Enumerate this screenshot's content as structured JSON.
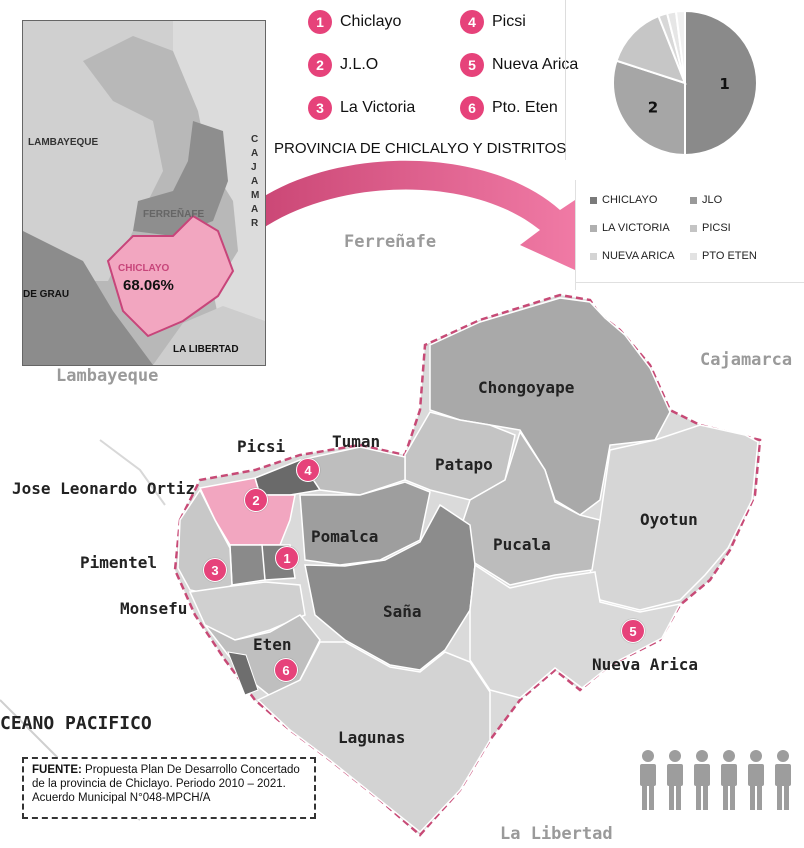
{
  "legend": {
    "items": [
      {
        "num": "1",
        "name": "Chiclayo"
      },
      {
        "num": "2",
        "name": "J.L.O"
      },
      {
        "num": "3",
        "name": "La Victoria"
      },
      {
        "num": "4",
        "name": "Picsi"
      },
      {
        "num": "5",
        "name": "Nueva Arica"
      },
      {
        "num": "6",
        "name": "Pto. Eten"
      }
    ]
  },
  "subtitle": "PROVINCIA DE CHICLALYO Y DISTRITOS",
  "pie": {
    "slices": [
      {
        "label": "1",
        "name": "CHICLAYO",
        "share": 0.5,
        "color": "#8a8a8a"
      },
      {
        "label": "2",
        "name": "JLO",
        "share": 0.3,
        "color": "#a6a6a6"
      },
      {
        "label": "",
        "name": "LA VICTORIA",
        "share": 0.14,
        "color": "#c6c6c6"
      },
      {
        "label": "",
        "name": "PICSI",
        "share": 0.02,
        "color": "#d8d8d8"
      },
      {
        "label": "",
        "name": "NUEVA ARICA",
        "share": 0.02,
        "color": "#e6e6e6"
      },
      {
        "label": "",
        "name": "PTO ETEN",
        "share": 0.02,
        "color": "#f0f0f0"
      }
    ]
  },
  "inset": {
    "labels": {
      "lambayeque": "LAMBAYEQUE",
      "cajamarca_letters": [
        "C",
        "A",
        "J",
        "A",
        "M",
        "A",
        "R"
      ],
      "ferrenafe": "FERREÑAFE",
      "chiclayo": "CHICLAYO",
      "chiclayo_pct": "68.06%",
      "grau": "DE GRAU",
      "libertad": "LA LIBERTAD"
    }
  },
  "map": {
    "outer_labels": {
      "ferrenafe": "Ferreñafe",
      "lambayeque": "Lambayeque",
      "cajamarca": "Cajamarca",
      "libertad": "La Libertad",
      "ocean": "CEANO PACIFICO"
    },
    "districts": {
      "chongoyape": "Chongoyape",
      "picsi": "Picsi",
      "tuman": "Tuman",
      "patapo": "Patapo",
      "jlo": "Jose Leonardo Ortiz",
      "oyotun": "Oyotun",
      "pomalca": "Pomalca",
      "pucala": "Pucala",
      "pimentel": "Pimentel",
      "monsefu": "Monsefu",
      "sana": "Saña",
      "eten": "Eten",
      "nueva_arica": "Nueva Arica",
      "lagunas": "Lagunas"
    },
    "markers": {
      "m1": "1",
      "m2": "2",
      "m3": "3",
      "m4": "4",
      "m5": "5",
      "m6": "6"
    }
  },
  "source": {
    "label": "FUENTE:",
    "text": "Propuesta Plan De Desarrollo Concertado de la provincia de Chiclayo. Periodo 2010 – 2021. Acuerdo Municipal N°048-MPCH/A"
  },
  "colors": {
    "accent": "#e6427a",
    "accent_light": "#f2a6c0",
    "district_dark": "#7d7d7d",
    "district_mid": "#a8a8a8",
    "district_light": "#d4d4d4"
  }
}
